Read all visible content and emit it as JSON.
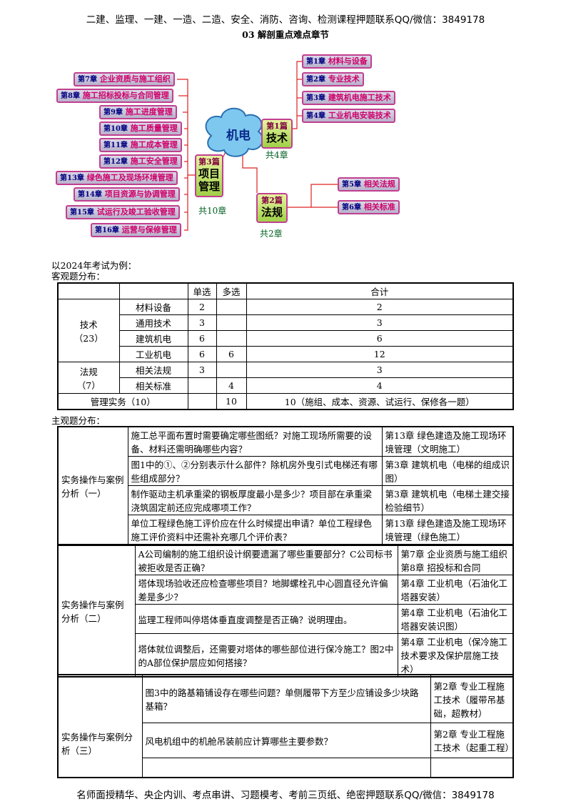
{
  "header": {
    "banner": "二建、监理、一建、一造、二造、安全、消防、咨询、检测课程押题联系QQ/微信：3849178",
    "section_title": "03  解剖重点难点章节"
  },
  "mindmap": {
    "center": "机电",
    "part1": {
      "num": "第1篇",
      "title": "技术",
      "count": "共4章"
    },
    "part2": {
      "num": "第2篇",
      "title": "法规",
      "count": "共2章"
    },
    "part3": {
      "num": "第3篇",
      "title1": "项目",
      "title2": "管理",
      "count": "共10章"
    },
    "chapters": [
      {
        "num": "第1章",
        "name": "材料与设备"
      },
      {
        "num": "第2章",
        "name": "专业技术"
      },
      {
        "num": "第3章",
        "name": "建筑机电施工技术"
      },
      {
        "num": "第4章",
        "name": "工业机电安装技术"
      },
      {
        "num": "第5章",
        "name": "相关法规"
      },
      {
        "num": "第6章",
        "name": "相关标准"
      },
      {
        "num": "第7章",
        "name": "企业资质与施工组织"
      },
      {
        "num": "第8章",
        "name": "施工招标投标与合同管理"
      },
      {
        "num": "第9章",
        "name": "施工进度管理"
      },
      {
        "num": "第10章",
        "name": "施工质量管理"
      },
      {
        "num": "第11章",
        "name": "施工成本管理"
      },
      {
        "num": "第12章",
        "name": "施工安全管理"
      },
      {
        "num": "第13章",
        "name": "绿色施工及现场环境管理"
      },
      {
        "num": "第14章",
        "name": "项目资源与协调管理"
      },
      {
        "num": "第15章",
        "name": "试运行及竣工验收管理"
      },
      {
        "num": "第16章",
        "name": "运营与保修管理"
      }
    ]
  },
  "intro": {
    "year_line": "以2024年考试为例：",
    "objective_label": "客观题分布：",
    "subjective_label": "主观题分布："
  },
  "objective": {
    "headers": [
      "单选",
      "多选",
      "合计"
    ],
    "group_tech": {
      "name": "技术",
      "count": "（23）"
    },
    "group_law": {
      "name": "法规",
      "count": "（7）"
    },
    "rows": [
      {
        "item": "材料设备",
        "single": "2",
        "multi": "",
        "total": "2"
      },
      {
        "item": "通用技术",
        "single": "3",
        "multi": "",
        "total": "3"
      },
      {
        "item": "建筑机电",
        "single": "6",
        "multi": "",
        "total": "6"
      },
      {
        "item": "工业机电",
        "single": "6",
        "multi": "6",
        "total": "12"
      },
      {
        "item": "相关法规",
        "single": "3",
        "multi": "",
        "total": "3"
      },
      {
        "item": "相关标准",
        "single": "",
        "multi": "4",
        "total": "4"
      }
    ],
    "mgmt": {
      "item": "管理实务（10）",
      "single": "",
      "multi": "10",
      "total": "10（施组、成本、资源、试运行、保修各一题）"
    }
  },
  "case1": {
    "label": "实务操作与案例分析（一）",
    "rows": [
      {
        "q": "施工总平面布置时需要确定哪些图纸？对施工现场所需要的设备、材料还需明确哪些内容？",
        "ch": "第13章  绿色建造及施工现场环境管理（文明施工）"
      },
      {
        "q": "图1中的①、②分别表示什么部件？除机房外曳引式电梯还有哪些组成部分？",
        "ch": "第3章  建筑机电（电梯的组成识图）"
      },
      {
        "q": "制作驱动主机承重梁的钢板厚度最小是多少？项目部在承重梁浇筑固定前还应完成哪项工作？",
        "ch": "第3章  建筑机电（电梯土建交接检验细节）"
      },
      {
        "q": "单位工程绿色施工评价应在什么时候提出申请？单位工程绿色施工评价资料中还需补充哪几个评价表？",
        "ch": "第13章  绿色建造及施工现场环境管理（绿色施工）"
      }
    ]
  },
  "case2": {
    "label": "实务操作与案例分析（二）",
    "rows": [
      {
        "q": "A公司编制的施工组织设计纲要遗漏了哪些重要部分？C公司标书被拒收是否正确？",
        "ch": "第7章 企业资质与施工组织 第8章  招投标和合同"
      },
      {
        "q": "塔体现场验收还应检查哪些项目？地脚螺栓孔中心圆直径允许偏差是多少？",
        "ch": "第4章  工业机电（石油化工塔器安装）"
      },
      {
        "q": "监理工程师叫停塔体垂直度调整是否正确？说明理由。",
        "ch": "第4章  工业机电（石油化工塔器安装识图）"
      },
      {
        "q": "塔体就位调整后，还需要对塔体的哪些部位进行保冷施工？图2中的A部位保护层应如何搭接？",
        "ch": "第4章  工业机电（保冷施工技术要求及保护层施工技术）"
      }
    ]
  },
  "case3": {
    "label": "实务操作与案例分析（三）",
    "rows": [
      {
        "q": "图3中的路基箱铺设存在哪些问题？单侧履带下方至少应铺设多少块路基箱？",
        "ch": "第2章  专业工程施工技术（履带吊基础，超教材）"
      },
      {
        "q": "风电机组中的机舱吊装前应计算哪些主要参数？",
        "ch": "第2章  专业工程施工技术（起重工程）"
      },
      {
        "q": "",
        "ch": ""
      }
    ]
  },
  "footer": {
    "banner": "名师面授精华、央企内训、考点串讲、习题模考、考前三页纸、绝密押题联系QQ/微信：3849178"
  }
}
